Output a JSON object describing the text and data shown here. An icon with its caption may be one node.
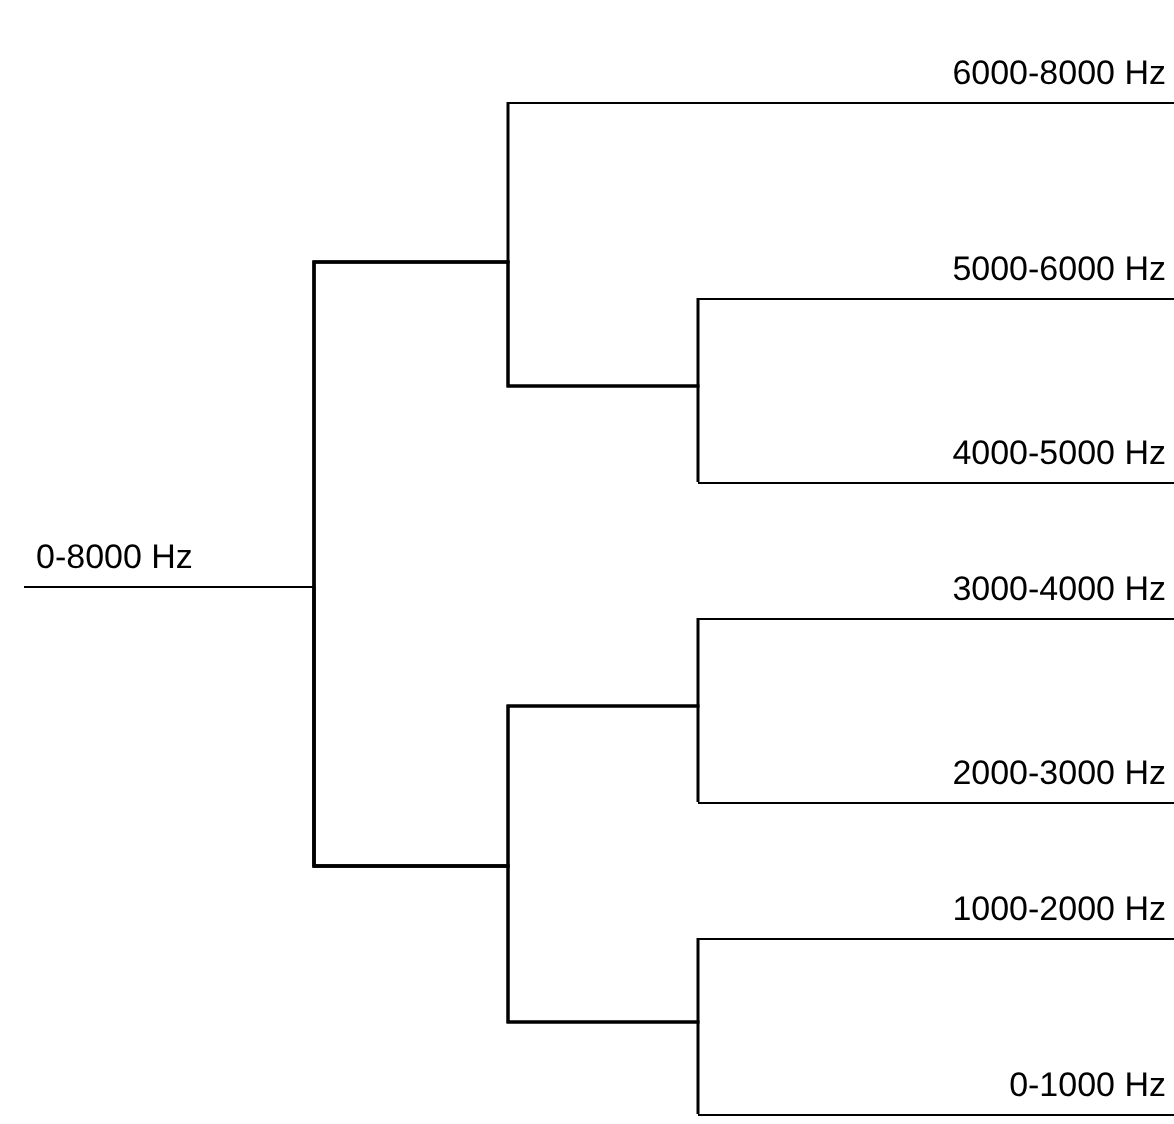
{
  "diagram": {
    "nodes": [
      {
        "text": [
          "0-8000 Hz"
        ]
      },
      {
        "text": [
          "6000-8000 Hz"
        ]
      },
      {
        "text": [
          "5000-6000 Hz"
        ]
      },
      {
        "text": [
          "4000-5000 Hz"
        ]
      },
      {
        "text": [
          "3000-4000 Hz"
        ]
      },
      {
        "text": [
          "2000-3000 Hz"
        ]
      },
      {
        "text": [
          "1000-2000 Hz"
        ]
      },
      {
        "text": [
          "0-1000 Hz"
        ]
      }
    ],
    "edges": [
      {
        "from": 0,
        "to": 1,
        "arrow": "none"
      },
      {
        "from": 0,
        "to": 2,
        "arrow": "none"
      },
      {
        "from": 0,
        "to": 3,
        "arrow": "none"
      },
      {
        "from": 0,
        "to": 4,
        "arrow": "none"
      },
      {
        "from": 0,
        "to": 5,
        "arrow": "none"
      },
      {
        "from": 0,
        "to": 6,
        "arrow": "none"
      },
      {
        "from": 0,
        "to": 7,
        "arrow": "none"
      }
    ]
  }
}
